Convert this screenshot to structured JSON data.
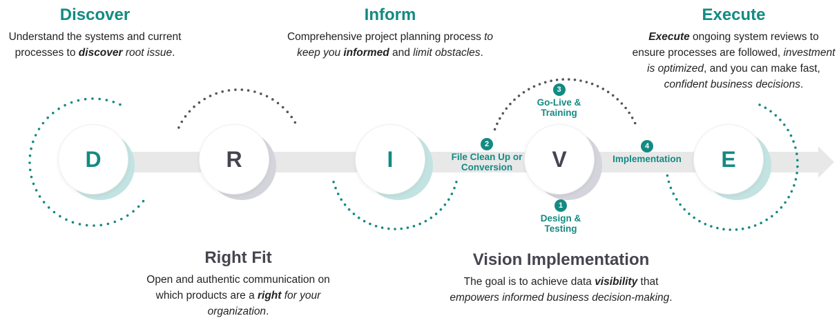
{
  "sections": {
    "discover": {
      "heading": "Discover",
      "desc": [
        {
          "t": "Understand the systems and current processes to "
        },
        {
          "t": "discover",
          "b": true,
          "i": true
        },
        {
          "t": " "
        },
        {
          "t": "root issue",
          "i": true
        },
        {
          "t": "."
        }
      ]
    },
    "right_fit": {
      "heading": "Right Fit",
      "desc": [
        {
          "t": "Open and authentic communication on which products are a "
        },
        {
          "t": "right",
          "b": true,
          "i": true
        },
        {
          "t": " "
        },
        {
          "t": "for your organization",
          "i": true
        },
        {
          "t": "."
        }
      ]
    },
    "inform": {
      "heading": "Inform",
      "desc": [
        {
          "t": "Comprehensive project planning process "
        },
        {
          "t": "to keep you ",
          "i": true
        },
        {
          "t": "informed",
          "b": true,
          "i": true
        },
        {
          "t": " and "
        },
        {
          "t": "limit obstacles",
          "i": true
        },
        {
          "t": "."
        }
      ]
    },
    "vision": {
      "heading": "Vision Implementation",
      "desc": [
        {
          "t": "The goal is to achieve data "
        },
        {
          "t": "visibility",
          "b": true,
          "i": true
        },
        {
          "t": " that "
        },
        {
          "t": "empowers informed business decision-making",
          "i": true
        },
        {
          "t": "."
        }
      ]
    },
    "execute": {
      "heading": "Execute",
      "desc": [
        {
          "t": "Execute",
          "b": true,
          "i": true
        },
        {
          "t": " ongoing system reviews to ensure processes are followed, "
        },
        {
          "t": "investment is optimized",
          "i": true
        },
        {
          "t": ", and you can make fast, "
        },
        {
          "t": "confident business decisions",
          "i": true
        },
        {
          "t": "."
        }
      ]
    }
  },
  "letters": {
    "d": "D",
    "r": "R",
    "i": "I",
    "v": "V",
    "e": "E"
  },
  "steps": [
    {
      "num": "1",
      "label": "Design & Testing"
    },
    {
      "num": "2",
      "label": "File Clean Up or Conversion"
    },
    {
      "num": "3",
      "label": "Go-Live & Training"
    },
    {
      "num": "4",
      "label": "Implementation"
    }
  ],
  "colors": {
    "teal": "#138a82",
    "dark_text": "#454550",
    "shadow_teal": "#c2e3e1",
    "shadow_gray": "#d4d4dc",
    "arrow": "#e4e4e4",
    "dots_gray": "#555555"
  }
}
